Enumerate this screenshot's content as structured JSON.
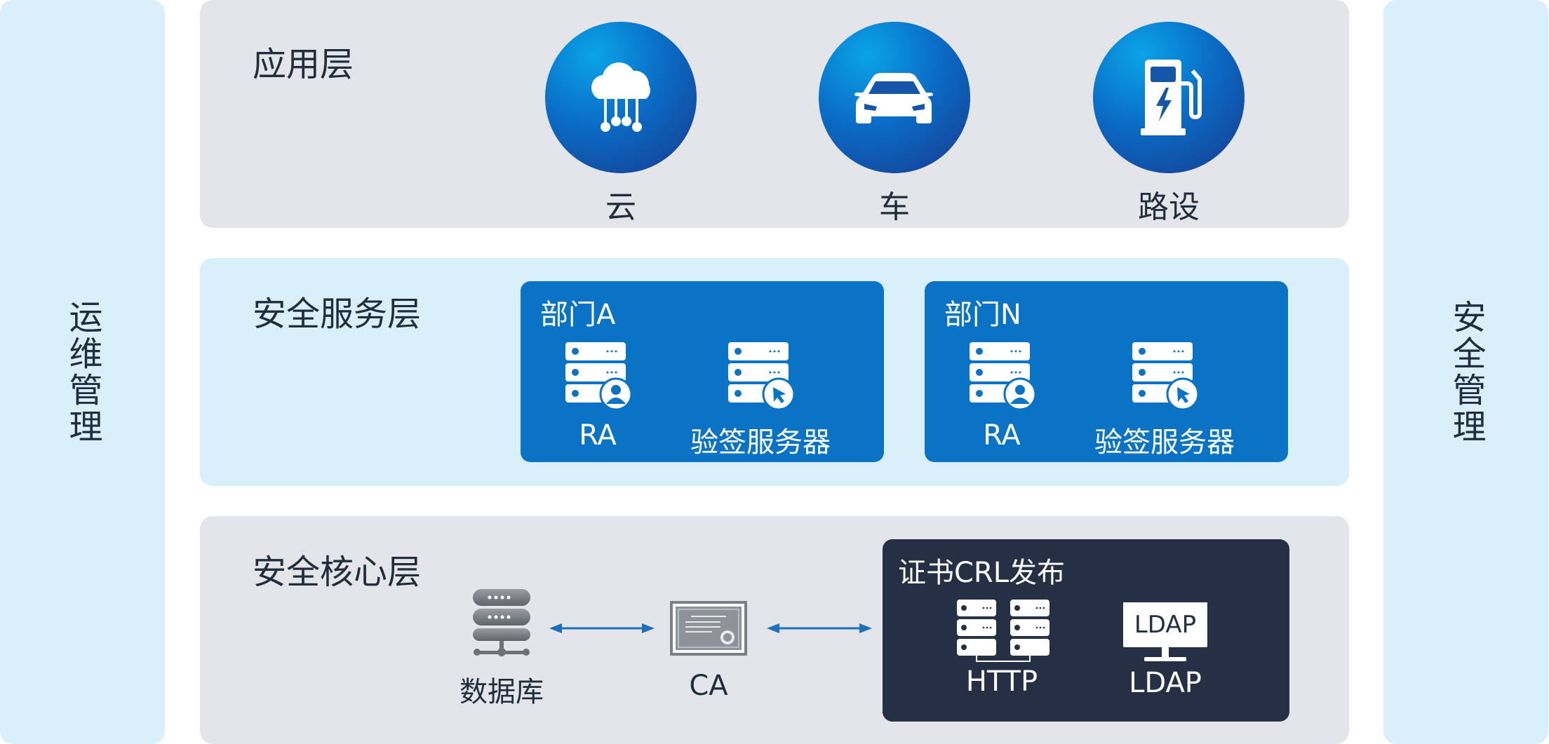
{
  "side_left": {
    "label": "运维管理"
  },
  "side_right": {
    "label": "安全管理"
  },
  "app_layer": {
    "title": "应用层",
    "items": [
      {
        "label": "云",
        "icon": "cloud-icon"
      },
      {
        "label": "车",
        "icon": "car-icon"
      },
      {
        "label": "路设",
        "icon": "charging-station-icon"
      }
    ]
  },
  "service_layer": {
    "title": "安全服务层",
    "departments": [
      {
        "title": "部门A",
        "items": [
          {
            "label": "RA",
            "icon": "server-user-icon"
          },
          {
            "label": "验签服务器",
            "icon": "server-cursor-icon"
          }
        ]
      },
      {
        "title": "部门N",
        "items": [
          {
            "label": "RA",
            "icon": "server-user-icon"
          },
          {
            "label": "验签服务器",
            "icon": "server-cursor-icon"
          }
        ]
      }
    ]
  },
  "core_layer": {
    "title": "安全核心层",
    "database": {
      "label": "数据库",
      "icon": "database-server-icon"
    },
    "ca": {
      "label": "CA",
      "icon": "certificate-icon"
    },
    "crl": {
      "title": "证书CRL发布",
      "http": {
        "label": "HTTP",
        "icon": "server-pair-icon"
      },
      "ldap": {
        "label": "LDAP",
        "screen_text": "LDAP",
        "icon": "monitor-icon"
      }
    }
  },
  "colors": {
    "side_bg": "#d9eff9",
    "layer_grey": "#e3e5e9",
    "dept_blue": "#0a73c6",
    "crl_dark": "#263044",
    "arrow_blue": "#1a6fc0"
  }
}
